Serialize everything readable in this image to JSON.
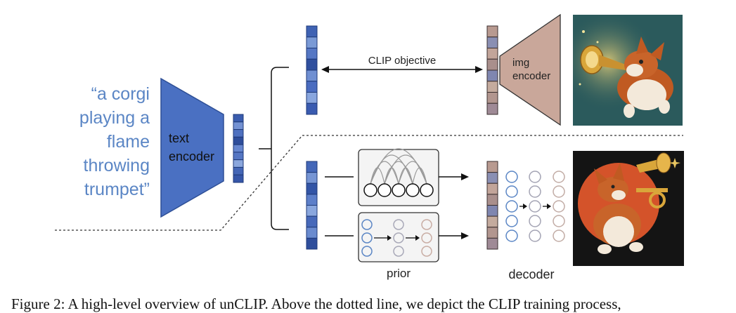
{
  "prompt": {
    "lines": [
      "“a corgi",
      "playing a",
      "flame",
      "throwing",
      "trumpet”"
    ]
  },
  "text_encoder": {
    "line1": "text",
    "line2": "encoder"
  },
  "img_encoder": {
    "line1": "img",
    "line2": "encoder"
  },
  "clip_objective": "CLIP objective",
  "prior_label": "prior",
  "decoder_label": "decoder",
  "caption": "Figure 2: A high-level overview of unCLIP. Above the dotted line, we depict the CLIP training process,",
  "colors": {
    "text_blue": "#5b86c5",
    "encoder_blue": "#4a70c2",
    "img_encoder_fill": "#c9a79a",
    "image_top_bg": "#2b5a5c",
    "image_bottom_bg": "#d4532a"
  },
  "icons": {
    "image_top": "corgi-trumpet-painting",
    "image_bottom": "corgi-trombone-illustration"
  }
}
